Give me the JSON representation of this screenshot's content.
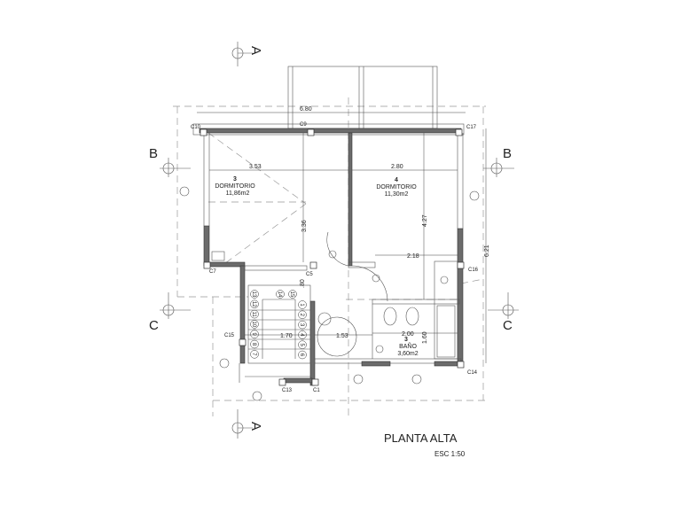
{
  "title": "PLANTA ALTA",
  "scale": "ESC 1:50",
  "sections": {
    "a_top": "A",
    "a_bottom": "A",
    "b_left": "B",
    "b_right": "B",
    "c_left": "C",
    "c_right": "C"
  },
  "rooms": [
    {
      "number": "3",
      "name": "DORMITORIO",
      "area": "11,86m2"
    },
    {
      "number": "4",
      "name": "DORMITORIO",
      "area": "11,30m2"
    },
    {
      "number": "3",
      "name": "BAÑO",
      "area": "3,60m2"
    }
  ],
  "dimensions": {
    "total_width": "6.80",
    "total_depth": "6.21",
    "room3_width": "3.53",
    "room3_depth": "3.36",
    "room4_width": "2.80",
    "room4_depth": "4.27",
    "room4_partial": "2.18",
    "landing": ".80",
    "stair_width": "1.70",
    "hall": "1.53",
    "bath_width": "2.00",
    "bath_depth": "1.60"
  },
  "columns": [
    "C10",
    "C9",
    "C17",
    "C7",
    "C5",
    "C16",
    "C15",
    "C13",
    "C1",
    "C14"
  ],
  "stairs": {
    "left": [
      "13",
      "12",
      "11",
      "10",
      "9",
      "8",
      "7"
    ],
    "top": [
      "14",
      "15"
    ],
    "right": [
      "1",
      "2",
      "3",
      "4",
      "5",
      "6"
    ]
  }
}
